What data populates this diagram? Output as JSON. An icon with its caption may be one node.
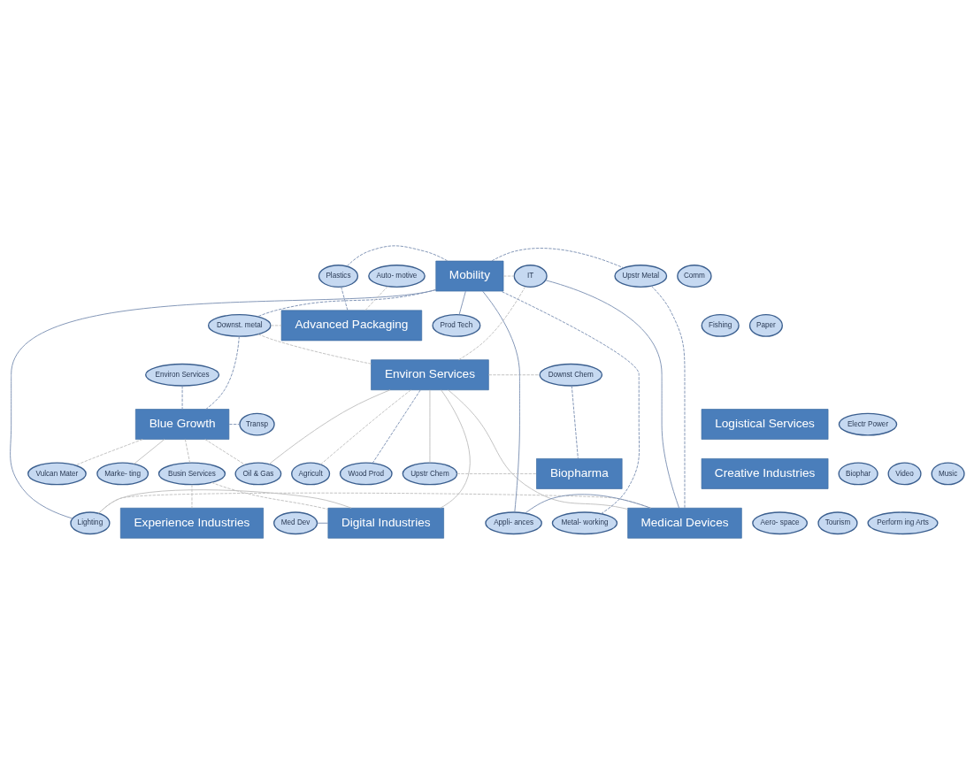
{
  "diagram": {
    "nodes": [
      {
        "text": [
          "Mobility"
        ]
      },
      {
        "text": [
          "Advanced Packaging"
        ]
      },
      {
        "text": [
          "Medical Devices"
        ]
      },
      {
        "text": [
          "Digital Industries"
        ]
      },
      {
        "text": [
          "Blue Growth"
        ]
      },
      {
        "text": [
          "Logistical Services"
        ]
      },
      {
        "text": [
          "Environ Services"
        ]
      },
      {
        "text": [
          "Biopharma"
        ]
      },
      {
        "text": [
          "Creative Industries"
        ]
      },
      {
        "text": [
          "Experience Industries"
        ]
      },
      {
        "text": [
          "Metal- working"
        ]
      },
      {
        "text": [
          "Lighting"
        ]
      },
      {
        "text": [
          "Aero- space"
        ]
      },
      {
        "text": [
          "Appli- ances"
        ]
      },
      {
        "text": [
          "Med Dev"
        ]
      },
      {
        "text": [
          "IT"
        ]
      },
      {
        "text": [
          "Comm"
        ]
      },
      {
        "text": [
          "Plastics"
        ]
      },
      {
        "text": [
          "Auto- motive"
        ]
      },
      {
        "text": [
          "Upstr Metal"
        ]
      },
      {
        "text": [
          "Prod Tech"
        ]
      },
      {
        "text": [
          "Fishing"
        ]
      },
      {
        "text": [
          "Downst. metal"
        ]
      },
      {
        "text": [
          "Transp"
        ]
      },
      {
        "text": [
          "Paper"
        ]
      },
      {
        "text": [
          "Electr Power"
        ]
      },
      {
        "text": [
          "Environ Services"
        ]
      },
      {
        "text": [
          "Downst Chem"
        ]
      },
      {
        "text": [
          "Upstr Chem"
        ]
      },
      {
        "text": [
          "Vulcan Mater"
        ]
      },
      {
        "text": [
          "Oil & Gas"
        ]
      },
      {
        "text": [
          "Biophar"
        ]
      },
      {
        "text": [
          "Agricult"
        ]
      },
      {
        "text": [
          "Wood Prod"
        ]
      },
      {
        "text": [
          "Video"
        ]
      },
      {
        "text": [
          "Marke- ting"
        ]
      },
      {
        "text": [
          "Music"
        ]
      },
      {
        "text": [
          "Busin Services"
        ]
      },
      {
        "text": [
          "Tourism"
        ]
      },
      {
        "text": [
          "Perform ing Arts"
        ]
      }
    ],
    "edges": [
      {
        "from": 10,
        "to": 0,
        "arrow": "none",
        "style": "dashed"
      },
      {
        "from": 11,
        "to": 0,
        "arrow": "none"
      },
      {
        "from": 11,
        "to": 2,
        "arrow": "none",
        "style": "dashed",
        "color": "#c0c0c0"
      },
      {
        "from": 11,
        "to": 3,
        "arrow": "none",
        "color": "#c0c0c0"
      },
      {
        "from": 13,
        "to": 0,
        "arrow": "none"
      },
      {
        "from": 13,
        "to": 2,
        "arrow": "none"
      },
      {
        "from": 0,
        "to": 19,
        "arrow": "none",
        "style": "dashed"
      },
      {
        "from": 19,
        "to": 2,
        "arrow": "none",
        "style": "dashed"
      },
      {
        "from": 0,
        "to": 20,
        "arrow": "none"
      },
      {
        "from": 17,
        "to": 0,
        "arrow": "none",
        "style": "dashed"
      },
      {
        "from": 17,
        "to": 1,
        "arrow": "none",
        "style": "dashed"
      },
      {
        "from": 18,
        "to": 1,
        "arrow": "none",
        "style": "dashed",
        "color": "#c0c0c0"
      },
      {
        "from": 0,
        "to": 15,
        "arrow": "none",
        "style": "dashed",
        "color": "#c0c0c0"
      },
      {
        "from": 0,
        "to": 22,
        "arrow": "none",
        "style": "dashed"
      },
      {
        "from": 22,
        "to": 1,
        "arrow": "none",
        "style": "dashed",
        "color": "#c0c0c0"
      },
      {
        "from": 22,
        "to": 4,
        "arrow": "none",
        "style": "dashed"
      },
      {
        "from": 22,
        "to": 6,
        "arrow": "none",
        "style": "dashed",
        "color": "#c0c0c0"
      },
      {
        "from": 14,
        "to": 3,
        "arrow": "none"
      },
      {
        "from": 2,
        "to": 15,
        "arrow": "none"
      },
      {
        "from": 6,
        "to": 2,
        "arrow": "none",
        "color": "#c0c0c0"
      },
      {
        "from": 6,
        "to": 15,
        "arrow": "none",
        "style": "dashed",
        "color": "#c0c0c0"
      },
      {
        "from": 6,
        "to": 3,
        "arrow": "none",
        "color": "#c0c0c0"
      },
      {
        "from": 4,
        "to": 23,
        "arrow": "none",
        "style": "dashed"
      },
      {
        "from": 26,
        "to": 4,
        "arrow": "none",
        "style": "dashed"
      },
      {
        "from": 6,
        "to": 27,
        "arrow": "none",
        "style": "dashed",
        "color": "#c0c0c0"
      },
      {
        "from": 27,
        "to": 7,
        "arrow": "none",
        "style": "dashed"
      },
      {
        "from": 28,
        "to": 6,
        "arrow": "none",
        "color": "#c0c0c0"
      },
      {
        "from": 28,
        "to": 7,
        "arrow": "none",
        "style": "dashed",
        "color": "#c0c0c0"
      },
      {
        "from": 6,
        "to": 30,
        "arrow": "none",
        "color": "#c0c0c0"
      },
      {
        "from": 6,
        "to": 32,
        "arrow": "none",
        "style": "dashed",
        "color": "#c0c0c0"
      },
      {
        "from": 6,
        "to": 33,
        "arrow": "none",
        "style": "dashed"
      },
      {
        "from": 4,
        "to": 30,
        "arrow": "none",
        "style": "dashed",
        "color": "#c0c0c0"
      },
      {
        "from": 4,
        "to": 29,
        "arrow": "none",
        "style": "dashed",
        "color": "#c0c0c0"
      },
      {
        "from": 4,
        "to": 35,
        "arrow": "none",
        "color": "#c0c0c0"
      },
      {
        "from": 4,
        "to": 37,
        "arrow": "none",
        "style": "dashed",
        "color": "#c0c0c0"
      },
      {
        "from": 37,
        "to": 3,
        "arrow": "none",
        "style": "dashed",
        "color": "#c0c0c0"
      },
      {
        "from": 37,
        "to": 9,
        "arrow": "none",
        "style": "dashed",
        "color": "#c0c0c0"
      }
    ]
  }
}
